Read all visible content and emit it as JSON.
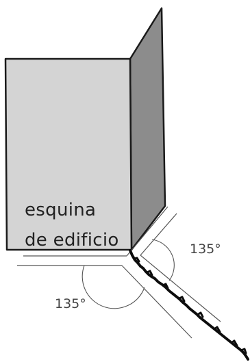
{
  "building_label": {
    "line1": "esquina",
    "line2": "de edificio"
  },
  "angles": {
    "right": "135°",
    "left": "135°"
  },
  "colors": {
    "front_face": "#d4d4d4",
    "side_face": "#8c8c8c",
    "outline": "#1a1a1a",
    "thin_lines": "#555555",
    "crack": "#0d0d0d"
  }
}
